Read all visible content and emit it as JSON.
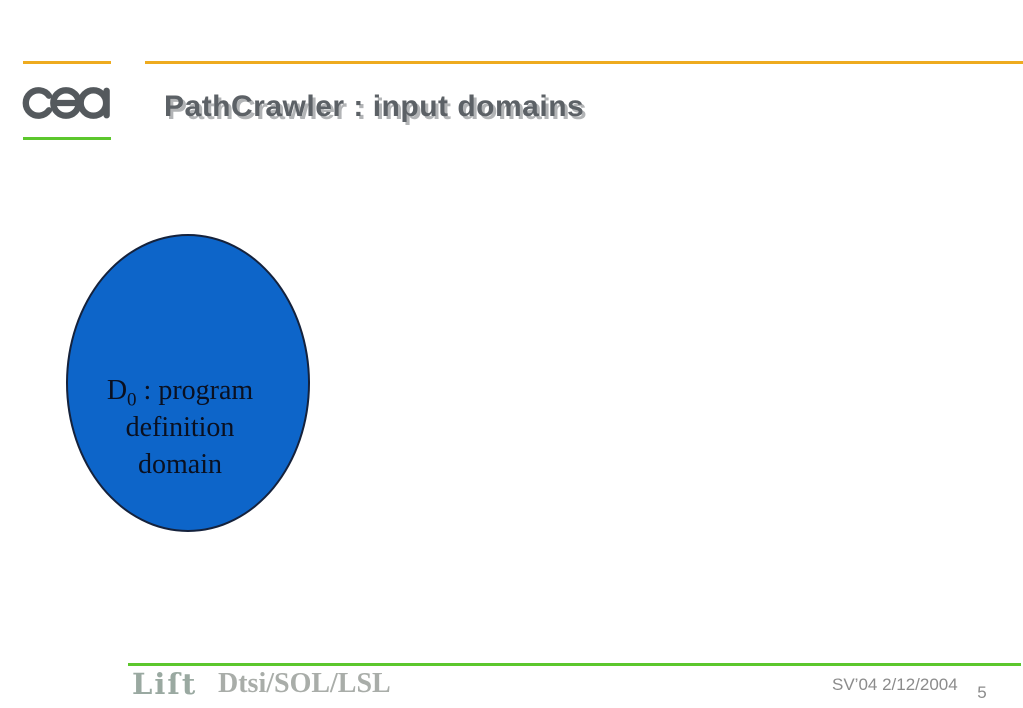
{
  "slide": {
    "title": "PathCrawler : input domains",
    "header": {
      "cea_logo_name": "cea"
    },
    "diagram": {
      "ellipse": {
        "line1_d": "D",
        "line1_sub": "0",
        "line1_rest": " : program",
        "line2": "definition",
        "line3": "domain",
        "fill_color": "#0d65c9",
        "outline_color": "#15223c"
      }
    },
    "footer": {
      "list_logo": "Liſt",
      "department": "Dtsi/SOL/LSL",
      "event_date": "SV’04 2/12/2004",
      "page_number": "5"
    },
    "colors": {
      "accent_orange": "#eeab1f",
      "accent_green": "#5cc72d",
      "title_gray": "#5c6166",
      "footer_gray": "#8b8b8b",
      "cea_logo_gray": "#54595d"
    }
  }
}
